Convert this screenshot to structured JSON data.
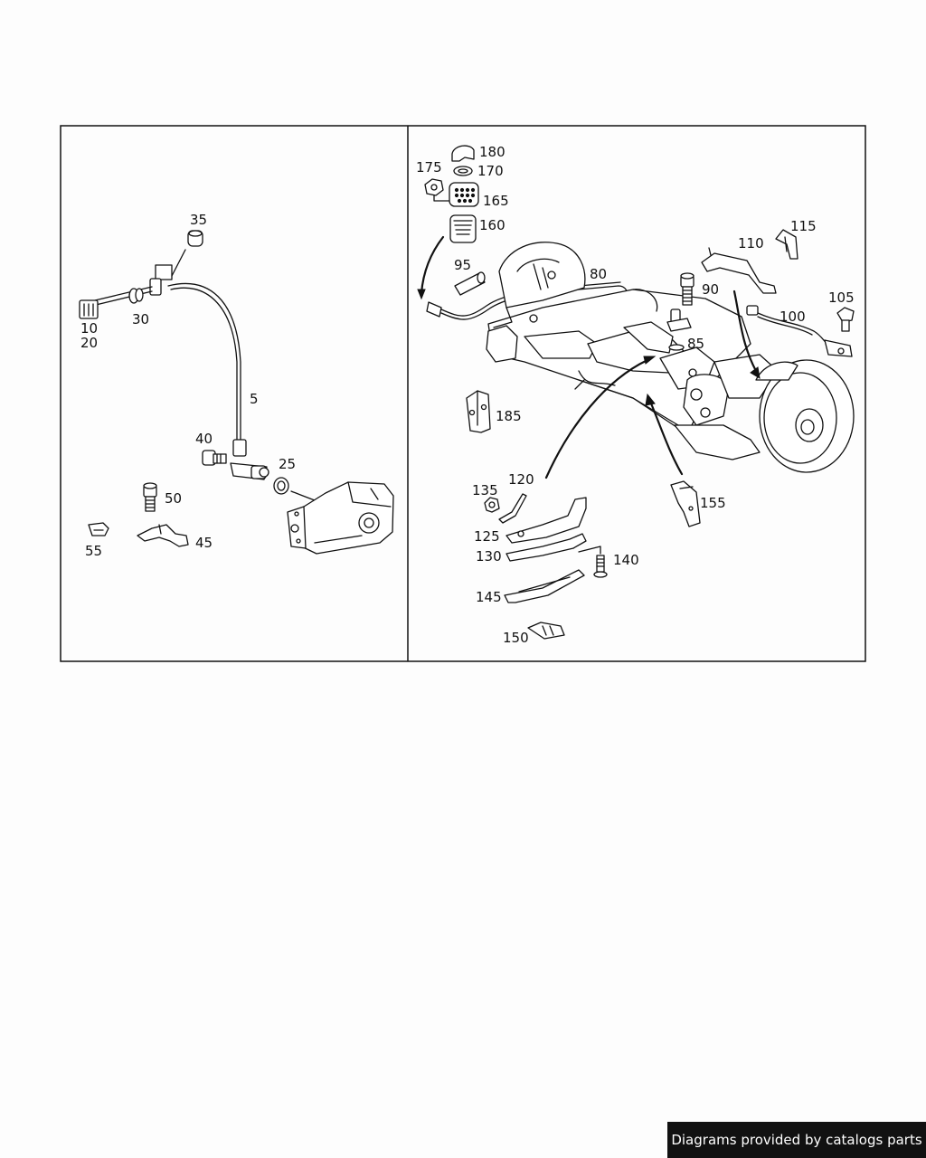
{
  "left_panel": {
    "labels": {
      "p5": "5",
      "p10": "10",
      "p20": "20",
      "p25": "25",
      "p30": "30",
      "p35": "35",
      "p40": "40",
      "p45": "45",
      "p50": "50",
      "p55": "55"
    }
  },
  "right_panel": {
    "labels": {
      "p80": "80",
      "p85": "85",
      "p90": "90",
      "p95": "95",
      "p100": "100",
      "p105": "105",
      "p110": "110",
      "p115": "115",
      "p120": "120",
      "p125": "125",
      "p130": "130",
      "p135": "135",
      "p140": "140",
      "p145": "145",
      "p150": "150",
      "p155": "155",
      "p160": "160",
      "p165": "165",
      "p170": "170",
      "p175": "175",
      "p180": "180",
      "p185": "185"
    }
  },
  "footer": {
    "credit": "Diagrams provided by catalogs parts"
  },
  "colors": {
    "ink": "#111111",
    "paper": "#fdfdfd",
    "credit_bg": "#111111",
    "credit_text": "#ffffff"
  }
}
